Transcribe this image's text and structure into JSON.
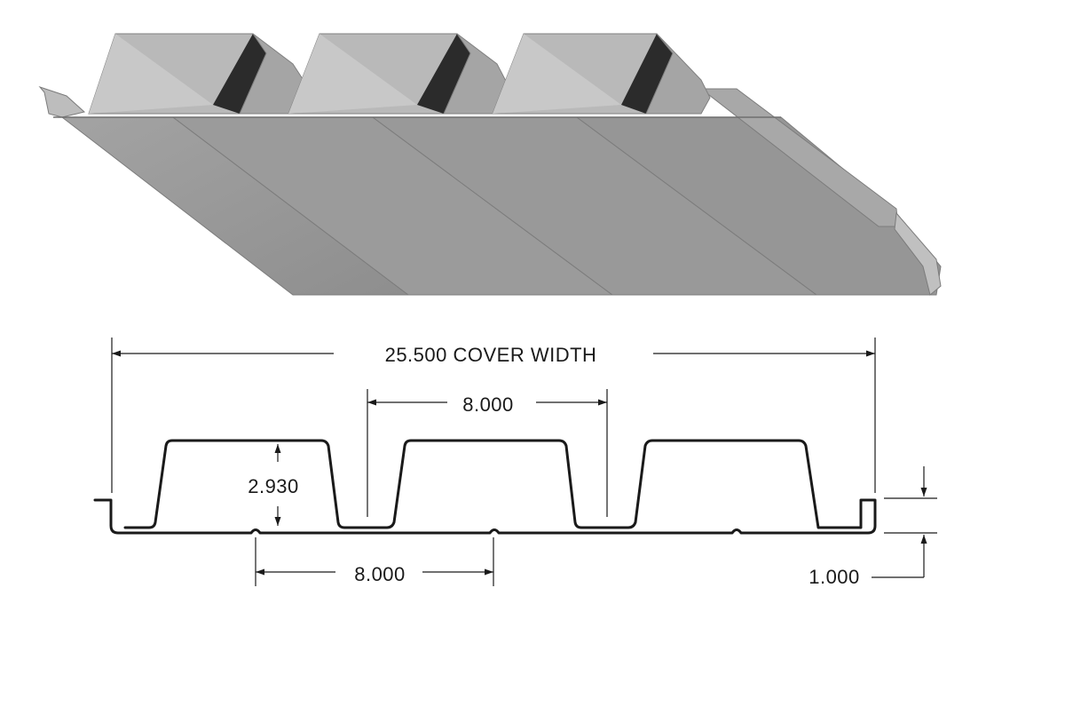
{
  "diagram": {
    "cover_width_label": "25.500 COVER WIDTH",
    "rib_spacing_top_label": "8.000",
    "rib_height_label": "2.930",
    "rib_spacing_bottom_label": "8.000",
    "lip_height_label": "1.000"
  },
  "colors": {
    "panel_top_light": "#b4b4b4",
    "panel_face": "#9a9a9a",
    "panel_shadow": "#2b2b2b",
    "line": "#1a1a1a"
  }
}
